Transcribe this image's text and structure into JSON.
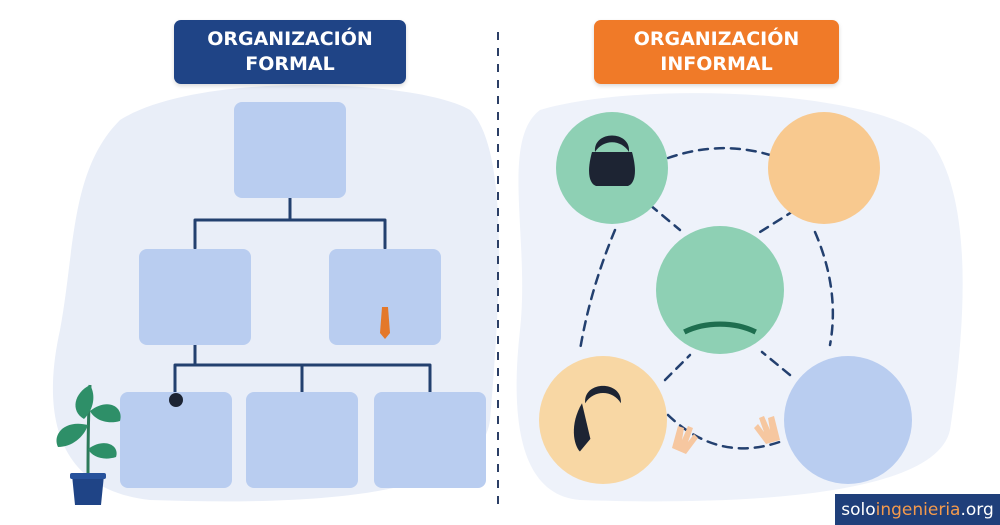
{
  "formal": {
    "title_line1": "ORGANIZACIÓN",
    "title_line2": "FORMAL"
  },
  "informal": {
    "title_line1": "ORGANIZACIÓN",
    "title_line2": "INFORMAL"
  },
  "watermark": {
    "prefix": "solo",
    "brand": "ingenieria",
    "suffix": ".org"
  },
  "colors": {
    "formal_title_bg": "#1f4486",
    "informal_title_bg": "#f07a28",
    "card_bg": "#b9cdf0",
    "suit": "#243f86",
    "background_blob": "#e9eef8",
    "connector": "#23406f"
  },
  "icons": [
    "person-icon",
    "plant-icon",
    "dashed-connection-icon"
  ]
}
